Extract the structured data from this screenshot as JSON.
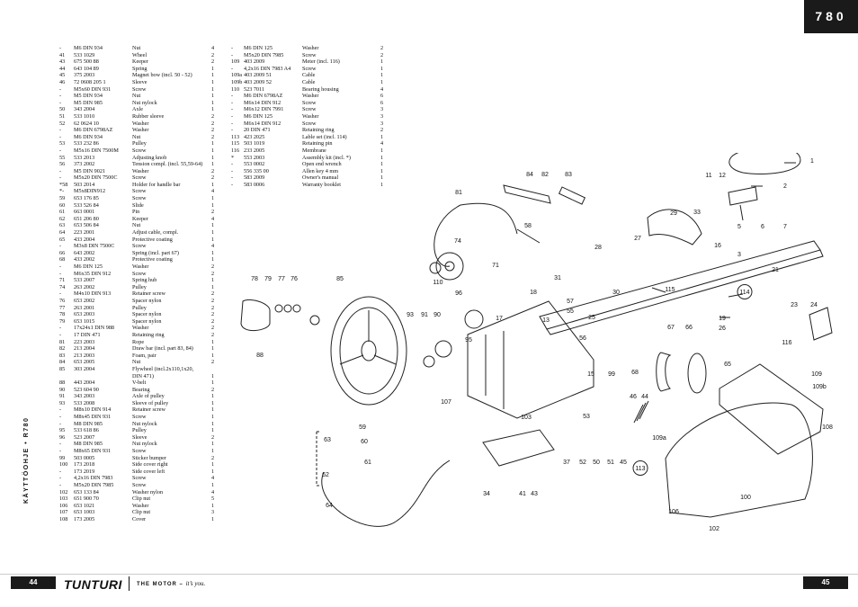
{
  "header": {
    "model": "780"
  },
  "footer": {
    "page_left": "44",
    "page_right": "45",
    "brand": "TUNTURI",
    "slogan_prefix": "THE MOTOR – ",
    "slogan_suffix": "it’s you.",
    "side_text": "KÄYTTÖOHJE • R780"
  },
  "parts_left": [
    [
      "-",
      "M6 DIN 934",
      "Nut",
      "4"
    ],
    [
      "41",
      "533 1029",
      "Wheel",
      "2"
    ],
    [
      "43",
      "675 500 88",
      "Keeper",
      "2"
    ],
    [
      "44",
      "643 104 89",
      "Spring",
      "1"
    ],
    [
      "45",
      "375 2003",
      "Magnet bow (incl. 50 - 52)",
      "1"
    ],
    [
      "46",
      "72 0608 205 1",
      "Sleeve",
      "1"
    ],
    [
      "-",
      "M5x60 DIN 931",
      "Screw",
      "1"
    ],
    [
      "-",
      "M5 DIN 934",
      "Nut",
      "1"
    ],
    [
      "-",
      "M5 DIN 985",
      "Nut nylock",
      "1"
    ],
    [
      "50",
      "343 2004",
      "Axle",
      "1"
    ],
    [
      "51",
      "533 1010",
      "Rubber sleeve",
      "2"
    ],
    [
      "52",
      "62 0624 10",
      "Washer",
      "2"
    ],
    [
      "-",
      "M6 DIN 6798AZ",
      "Washer",
      "2"
    ],
    [
      "-",
      "M6 DIN 934",
      "Nut",
      "2"
    ],
    [
      "53",
      "533 232 86",
      "Pulley",
      "1"
    ],
    [
      "-",
      "M5x16 DIN 7500M",
      "Screw",
      "1"
    ],
    [
      "55",
      "533 2013",
      "Adjusting knob",
      "1"
    ],
    [
      "56",
      "373 2002",
      "Tension compl. (incl. 55,59-64)",
      "1"
    ],
    [
      "-",
      "M5 DIN 9021",
      "Washer",
      "2"
    ],
    [
      "-",
      "M5x20 DIN 7500C",
      "Screw",
      "2"
    ],
    [
      "*58",
      "503 2014",
      "Holder for handle bar",
      "1"
    ],
    [
      "*-",
      "M5x8DIN912",
      "Screw",
      "4"
    ],
    [
      "59",
      "653 176 85",
      "Screw",
      "1"
    ],
    [
      "60",
      "533 526 84",
      "Slide",
      "1"
    ],
    [
      "61",
      "663 0001",
      "Pin",
      "2"
    ],
    [
      "62",
      "651 206 80",
      "Keeper",
      "4"
    ],
    [
      "63",
      "653 506 84",
      "Nut",
      "1"
    ],
    [
      "64",
      "223 2001",
      "Adjust cable, compl.",
      "1"
    ],
    [
      "65",
      "433 2004",
      "Protective coating",
      "1"
    ],
    [
      "-",
      "M3x8 DIN 7500C",
      "Screw",
      "4"
    ],
    [
      "66",
      "643 2002",
      "Spring (incl. part 67)",
      "1"
    ],
    [
      "68",
      "433 2002",
      "Protective coating",
      "1"
    ],
    [
      "-",
      "M6 DIN 125",
      "Washer",
      "2"
    ],
    [
      "-",
      "M6x35 DIN 912",
      "Screw",
      "2"
    ],
    [
      "71",
      "533 2007",
      "Spring hub",
      "1"
    ],
    [
      "74",
      "263 2002",
      "Pulley",
      "1"
    ],
    [
      "-",
      "M4x10 DIN 913",
      "Retainer screw",
      "2"
    ],
    [
      "76",
      "653 2002",
      "Spacer nylon",
      "2"
    ],
    [
      "77",
      "263 2001",
      "Pulley",
      "2"
    ],
    [
      "78",
      "653 2003",
      "Spacer nylon",
      "2"
    ],
    [
      "79",
      "653 1015",
      "Spacer nylon",
      "2"
    ],
    [
      "-",
      "17x24x1 DIN 988",
      "Washer",
      "2"
    ],
    [
      "-",
      "17 DIN 471",
      "Retaining ring",
      "2"
    ],
    [
      "81",
      "223 2003",
      "Rope",
      "1"
    ],
    [
      "82",
      "213 2004",
      "Draw bar (incl. part 83, 84)",
      "1"
    ],
    [
      "83",
      "213 2003",
      "Foam, pair",
      "1"
    ],
    [
      "84",
      "653 2005",
      "Nut",
      "2"
    ],
    [
      "85",
      "303 2004",
      "Flywheel (incl.2x110,1x20,",
      ""
    ],
    [
      "",
      "",
      "DIN 471)",
      "1"
    ],
    [
      "88",
      "443 2004",
      "V-belt",
      "1"
    ],
    [
      "90",
      "523 604 90",
      "Bearing",
      "2"
    ],
    [
      "91",
      "343 2003",
      "Axle of pulley",
      "1"
    ],
    [
      "93",
      "533 2008",
      "Sleeve of pulley",
      "1"
    ],
    [
      "-",
      "M8x10 DIN 914",
      "Retainer screw",
      "1"
    ],
    [
      "-",
      "M8x45 DIN 931",
      "Screw",
      "1"
    ],
    [
      "-",
      "M8 DIN 985",
      "Nut nylock",
      "1"
    ],
    [
      "95",
      "533 618 86",
      "Pulley",
      "1"
    ],
    [
      "96",
      "523 2007",
      "Sleeve",
      "2"
    ],
    [
      "-",
      "M8 DIN 985",
      "Nut nylock",
      "1"
    ],
    [
      "-",
      "M8x65 DIN 931",
      "Screw",
      "1"
    ],
    [
      "99",
      "503 0005",
      "Sticker bumper",
      "2"
    ],
    [
      "100",
      "173 2018",
      "Side cover right",
      "1"
    ],
    [
      "-",
      "173 2019",
      "Side cover left",
      "1"
    ],
    [
      "-",
      "4,2x16 DIN 7983",
      "Screw",
      "4"
    ],
    [
      "-",
      "M5x20 DIN 7985",
      "Screw",
      "1"
    ],
    [
      "102",
      "653 133 84",
      "Washer nylon",
      "4"
    ],
    [
      "103",
      "651 900 70",
      "Clip nut",
      "5"
    ],
    [
      "106",
      "653 1021",
      "Washer",
      "1"
    ],
    [
      "107",
      "653 1003",
      "Clip nut",
      "3"
    ],
    [
      "108",
      "173 2005",
      "Cover",
      "1"
    ]
  ],
  "parts_right": [
    [
      "-",
      "M6 DIN 125",
      "Washer",
      "2"
    ],
    [
      "-",
      "M5x20 DIN 7985",
      "Screw",
      "2"
    ],
    [
      "109",
      "403 2009",
      "Meter (incl. 116)",
      "1"
    ],
    [
      "-",
      "4,2x16 DIN 7983 A4",
      "Screw",
      "1"
    ],
    [
      "109a",
      "403 2009 51",
      "Cable",
      "1"
    ],
    [
      "109b",
      "403 2009 52",
      "Cable",
      "1"
    ],
    [
      "110",
      "523 7011",
      "Bearing housing",
      "4"
    ],
    [
      "-",
      "M6 DIN 6798AZ",
      "Washer",
      "6"
    ],
    [
      "-",
      "M6x14 DIN 912",
      "Screw",
      "6"
    ],
    [
      "-",
      "M6x12 DIN 7991",
      "Screw",
      "3"
    ],
    [
      "-",
      "M6 DIN 125",
      "Washer",
      "3"
    ],
    [
      "-",
      "M6x14 DIN 912",
      "Screw",
      "3"
    ],
    [
      "-",
      "20 DIN 471",
      "Retaining ring",
      "2"
    ],
    [
      "113",
      "423 2025",
      "Lable set (incl. 114)",
      "1"
    ],
    [
      "115",
      "503 1019",
      "Retaining pin",
      "4"
    ],
    [
      "116",
      "233 2005",
      "Membrane",
      "1"
    ],
    [
      "*",
      "553 2003",
      "Assembly kit (incl. *)",
      "1"
    ],
    [
      "-",
      "553 0002",
      "Open end wrench",
      "1"
    ],
    [
      "-",
      "556 335 00",
      "Allen key 4 mm",
      "1"
    ],
    [
      "-",
      "583 2009",
      "Owner's manual",
      "1"
    ],
    [
      "-",
      "583 0006",
      "Warranty booklet",
      "1"
    ]
  ],
  "callouts": [
    "1",
    "2",
    "3",
    "5",
    "6",
    "7",
    "11",
    "12",
    "13",
    "15",
    "16",
    "17",
    "18",
    "19",
    "21",
    "23",
    "24",
    "25",
    "26",
    "27",
    "28",
    "29",
    "30",
    "31",
    "33",
    "34",
    "37",
    "41",
    "43",
    "44",
    "45",
    "46",
    "50",
    "51",
    "52",
    "53",
    "55",
    "56",
    "57",
    "58",
    "59",
    "60",
    "61",
    "62",
    "63",
    "64",
    "65",
    "66",
    "67",
    "68",
    "71",
    "74",
    "76",
    "77",
    "78",
    "79",
    "81",
    "82",
    "83",
    "84",
    "85",
    "88",
    "90",
    "91",
    "93",
    "95",
    "96",
    "99",
    "100",
    "102",
    "103",
    "106",
    "107",
    "108",
    "109",
    "109a",
    "109b",
    "110",
    "113",
    "114",
    "115",
    "116"
  ]
}
